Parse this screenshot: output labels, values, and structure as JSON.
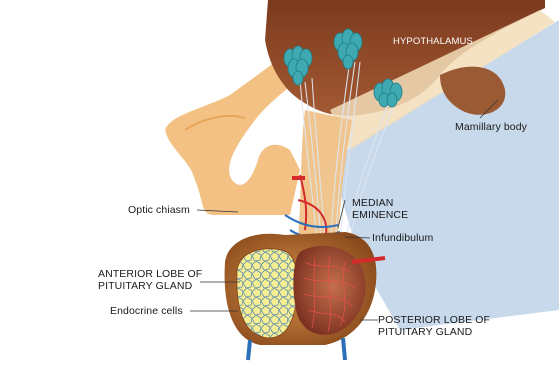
{
  "diagram": {
    "labels": {
      "hypothalamus": "HYPOTHALAMUS",
      "mamillary_body": "Mamillary body",
      "optic_chiasm": "Optic chiasm",
      "median_eminence": [
        "MEDIAN",
        "EMINENCE"
      ],
      "infundibulum": "Infundibulum",
      "anterior_lobe": [
        "ANTERIOR LOBE OF",
        "PITUITARY GLAND"
      ],
      "endocrine_cells": "Endocrine cells",
      "posterior_lobe": [
        "POSTERIOR LOBE OF",
        "PITUITARY GLAND"
      ]
    },
    "colors": {
      "hypothalamus": "#8f4a2a",
      "brain_tissue": "#f3c184",
      "csf_blue": "#c7d9eb",
      "neuron": "#3fa9b2",
      "gland_capsule": "#b66f2d",
      "anterior_cells": "#f4ec8a",
      "posterior": "#8b3a2a",
      "vessel_red": "#d42a2a",
      "vessel_blue": "#2b6fb8"
    }
  }
}
